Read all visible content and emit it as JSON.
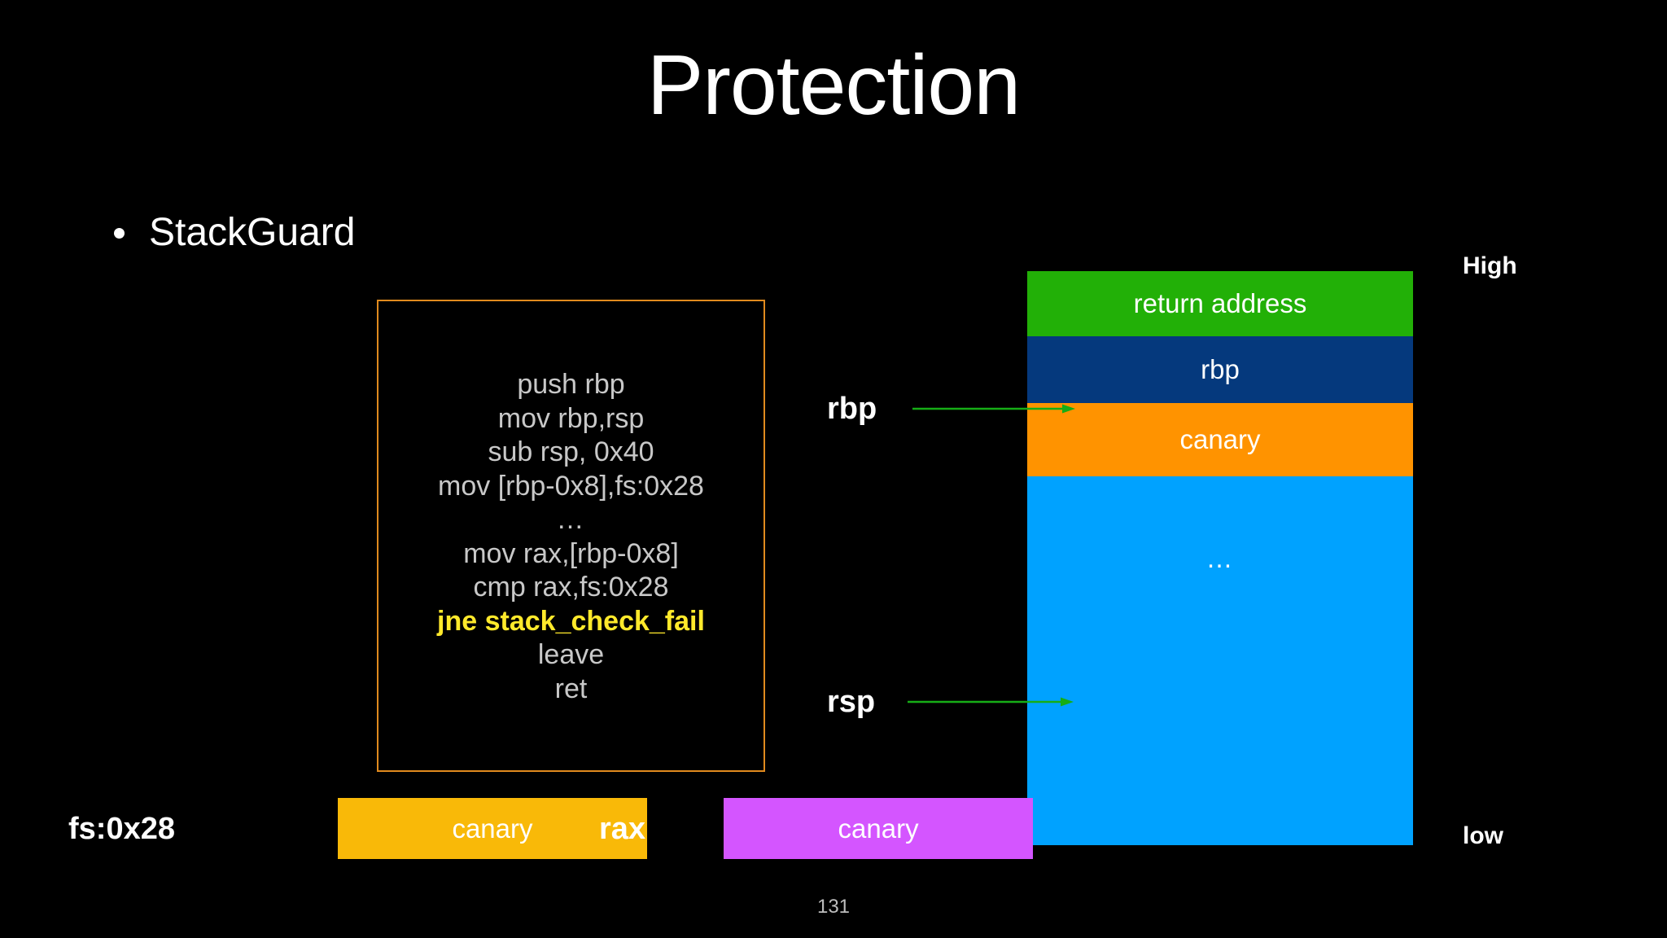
{
  "slide": {
    "title": "Protection",
    "number": "131",
    "background_color": "#000000"
  },
  "bullets": [
    {
      "marker": "•",
      "label": "StackGuard"
    }
  ],
  "code_block": {
    "border_color": "#e08a1e",
    "text_color": "#c8c8c8",
    "highlight_color": "#ffe92b",
    "lines": [
      {
        "text": "push rbp",
        "highlight": false
      },
      {
        "text": "mov rbp,rsp",
        "highlight": false
      },
      {
        "text": "sub rsp, 0x40",
        "highlight": false
      },
      {
        "text": "mov [rbp-0x8],fs:0x28",
        "highlight": false
      },
      {
        "text": "…",
        "highlight": false
      },
      {
        "text": "mov rax,[rbp-0x8]",
        "highlight": false
      },
      {
        "text": "cmp rax,fs:0x28",
        "highlight": false
      },
      {
        "text": "jne stack_check_fail",
        "highlight": true
      },
      {
        "text": "leave",
        "highlight": false
      },
      {
        "text": "ret",
        "highlight": false
      }
    ]
  },
  "stack_diagram": {
    "high_label": "High",
    "low_label": "low",
    "cells": [
      {
        "label": "return address",
        "color": "#22b007"
      },
      {
        "label": "rbp",
        "color": "#05397d"
      },
      {
        "label": "canary",
        "color": "#ff9300"
      },
      {
        "label": "…",
        "color": "#00a2ff"
      }
    ],
    "pointers": [
      {
        "label": "rbp",
        "arrow_color": "#16ad16"
      },
      {
        "label": "rsp",
        "arrow_color": "#16ad16"
      }
    ]
  },
  "registers": [
    {
      "name": "fs:0x28",
      "value": "canary",
      "color": "#f9b908"
    },
    {
      "name": "rax",
      "value": "canary",
      "color": "#d455ff"
    }
  ]
}
